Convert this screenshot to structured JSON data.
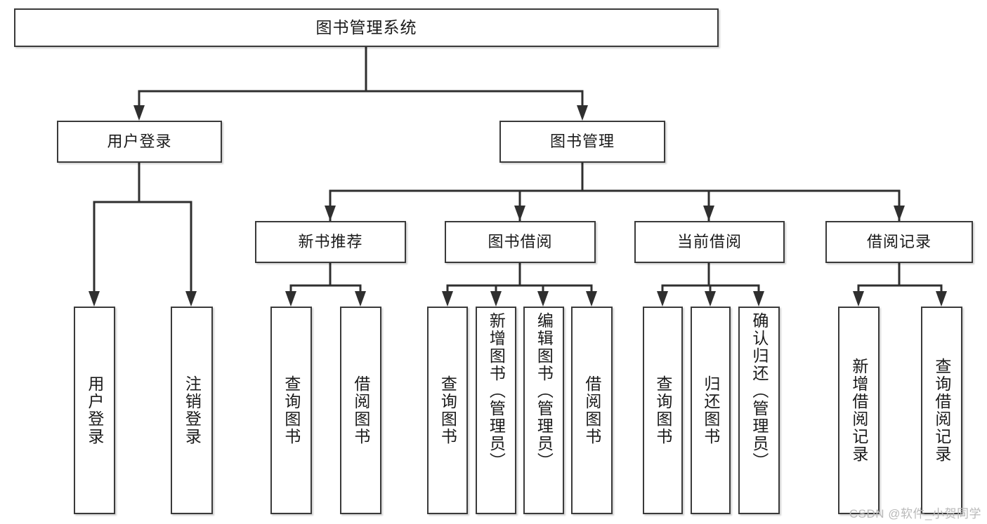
{
  "diagram": {
    "type": "tree-hierarchy",
    "title": "图书管理系统",
    "watermark": "CSDN @软件_小贺同学",
    "colors": {
      "border": "#3a3a3a",
      "wire": "#2f2f2f",
      "background": "#ffffff",
      "text": "#1a1a1a",
      "watermark": "#b9b9b9"
    },
    "levels": {
      "level1": [
        {
          "id": "root",
          "label": "图书管理系统"
        }
      ],
      "level2": [
        {
          "id": "user-login",
          "label": "用户登录",
          "parent": "root"
        },
        {
          "id": "book-manage",
          "label": "图书管理",
          "parent": "root"
        }
      ],
      "level3": [
        {
          "id": "new-book-rec",
          "label": "新书推荐",
          "parent": "book-manage"
        },
        {
          "id": "book-borrow",
          "label": "图书借阅",
          "parent": "book-manage"
        },
        {
          "id": "current-borrow",
          "label": "当前借阅",
          "parent": "book-manage"
        },
        {
          "id": "borrow-record",
          "label": "借阅记录",
          "parent": "book-manage"
        }
      ],
      "leaves": [
        {
          "id": "leaf-user-login",
          "label": "用户登录",
          "parent": "user-login"
        },
        {
          "id": "leaf-logout",
          "label": "注销登录",
          "parent": "user-login"
        },
        {
          "id": "leaf-query-book-1",
          "label": "查询图书",
          "parent": "new-book-rec"
        },
        {
          "id": "leaf-borrow-book-1",
          "label": "借阅图书",
          "parent": "new-book-rec"
        },
        {
          "id": "leaf-query-book-2",
          "label": "查询图书",
          "parent": "book-borrow"
        },
        {
          "id": "leaf-add-book",
          "label": "新增图书（管理员）",
          "parent": "book-borrow"
        },
        {
          "id": "leaf-edit-book",
          "label": "编辑图书（管理员）",
          "parent": "book-borrow"
        },
        {
          "id": "leaf-borrow-book-2",
          "label": "借阅图书",
          "parent": "book-borrow"
        },
        {
          "id": "leaf-query-book-3",
          "label": "查询图书",
          "parent": "current-borrow"
        },
        {
          "id": "leaf-return-book",
          "label": "归还图书",
          "parent": "current-borrow"
        },
        {
          "id": "leaf-confirm-return",
          "label": "确认归还（管理员）",
          "parent": "current-borrow"
        },
        {
          "id": "leaf-add-record",
          "label": "新增借阅记录",
          "parent": "borrow-record"
        },
        {
          "id": "leaf-query-record",
          "label": "查询借阅记录",
          "parent": "borrow-record"
        }
      ]
    }
  }
}
